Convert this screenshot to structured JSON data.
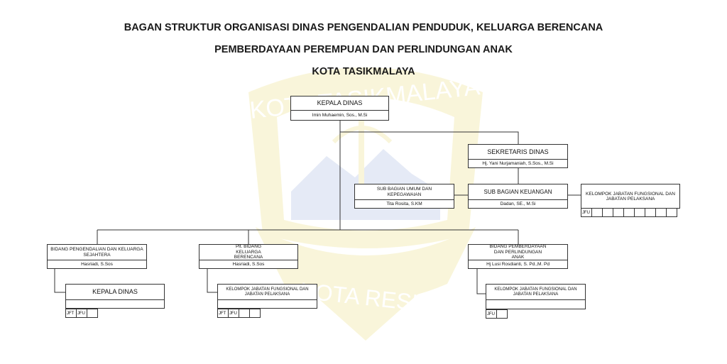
{
  "title": {
    "line1": "BAGAN STRUKTUR ORGANISASI DINAS PENGENDALIAN PENDUDUK, KELUARGA BERENCANA",
    "line2": "PEMBERDAYAAN PEREMPUAN DAN PERLINDUNGAN ANAK",
    "line3": "KOTA TASIKMALAYA"
  },
  "watermark": {
    "arc_text": "KOTA TASIKMALAYA",
    "motto": "KOTA RESIK"
  },
  "colors": {
    "watermark": "#e7d65a",
    "watermark_blue": "#8ca4d8",
    "line": "#333333"
  },
  "nodes": {
    "kepala_dinas": {
      "title": "KEPALA DINAS",
      "name": "Imin Muhaemin, Sos., M.Si"
    },
    "sekretaris": {
      "title": "SEKRETARIS DINAS",
      "name": "Hj. Yani Nurjamaniah, S.Sos., M.Si"
    },
    "umum": {
      "title": "SUB BAGIAN UMUM DAN KEPEGAWAIAN",
      "name": "Tita Rosita, S.KM"
    },
    "keuangan": {
      "title": "SUB BAGIAN KEUANGAN",
      "name": "Dadan, SE., M.Si"
    },
    "fungsional_top": {
      "title": "KELOMPOK JABATAN FUNGSIONAL DAN JABATAN PELAKSANA",
      "cells": [
        "JFU",
        "",
        "",
        "",
        "",
        "",
        "",
        "",
        ""
      ]
    },
    "bidang_1": {
      "title": "BIDANG PENGENDALIAN DAN KELUARGA SEJAHTERA",
      "name": "Hasriadi, S.Sos"
    },
    "bidang_1_sub": {
      "title": "KEPALA DINAS",
      "cells": [
        "JFT",
        "JFU",
        ""
      ]
    },
    "bidang_2": {
      "title": "Plt. BIDANG KELUARGA BERENCANA",
      "name": "Hasriadi, S.Sos"
    },
    "bidang_2_sub": {
      "title": "KELOMPOK JABATAN FUNGSIONAL DAN JABATAN PELAKSANA",
      "cells": [
        "JFT",
        "JFU",
        "",
        ""
      ]
    },
    "bidang_3": {
      "title": "BIDANG PEMBERDAYAAN DAN PERLINDUNGAN ANAK",
      "name": "Hj Lusi Rosdianti, S. Pd.,M. Pd"
    },
    "bidang_3_sub": {
      "title": "KELOMPOK JABATAN FUNGSIONAL DAN JABATAN PELAKSANA",
      "cells": [
        "JFU",
        ""
      ]
    }
  }
}
